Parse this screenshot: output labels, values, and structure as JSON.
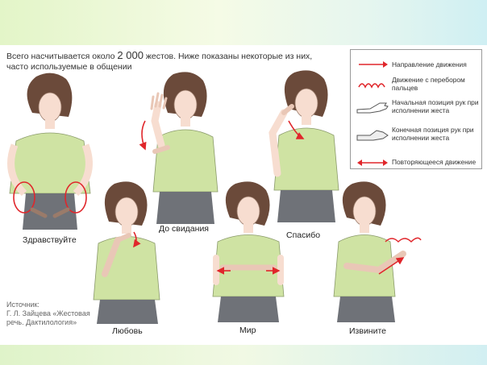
{
  "intro": {
    "line1_before": "Всего насчитывается около ",
    "line1_number": "2 000",
    "line1_after": " жестов. Ниже показаны некоторые из них,",
    "line2": "часто используемые в общении"
  },
  "legend": {
    "items": [
      {
        "icon": "red-arrow-icon",
        "text": "Направление движения"
      },
      {
        "icon": "finger-ripple-icon",
        "text": "Движение с перебором пальцев"
      },
      {
        "icon": "hand-start-icon",
        "text": "Начальная позиция рук при исполнении жеста"
      },
      {
        "icon": "hand-end-icon",
        "text": "Конечная позиция рук при исполнении жеста"
      },
      {
        "icon": "repeat-arrow-icon",
        "text": "Повторяющееся движение"
      }
    ]
  },
  "gestures": {
    "hello": "Здравствуйте",
    "goodbye": "До свидания",
    "thanks": "Спасибо",
    "love": "Любовь",
    "peace": "Мир",
    "sorry": "Извините"
  },
  "source": {
    "label": "Источник:",
    "text": "Г. Л. Зайцева «Жестовая речь. Дактилология»"
  },
  "colors": {
    "shirt": "#cfe3a3",
    "skirt": "#6f7278",
    "hair": "#6b4a3a",
    "skin": "#f7ddd0",
    "arrow": "#e0262b"
  }
}
